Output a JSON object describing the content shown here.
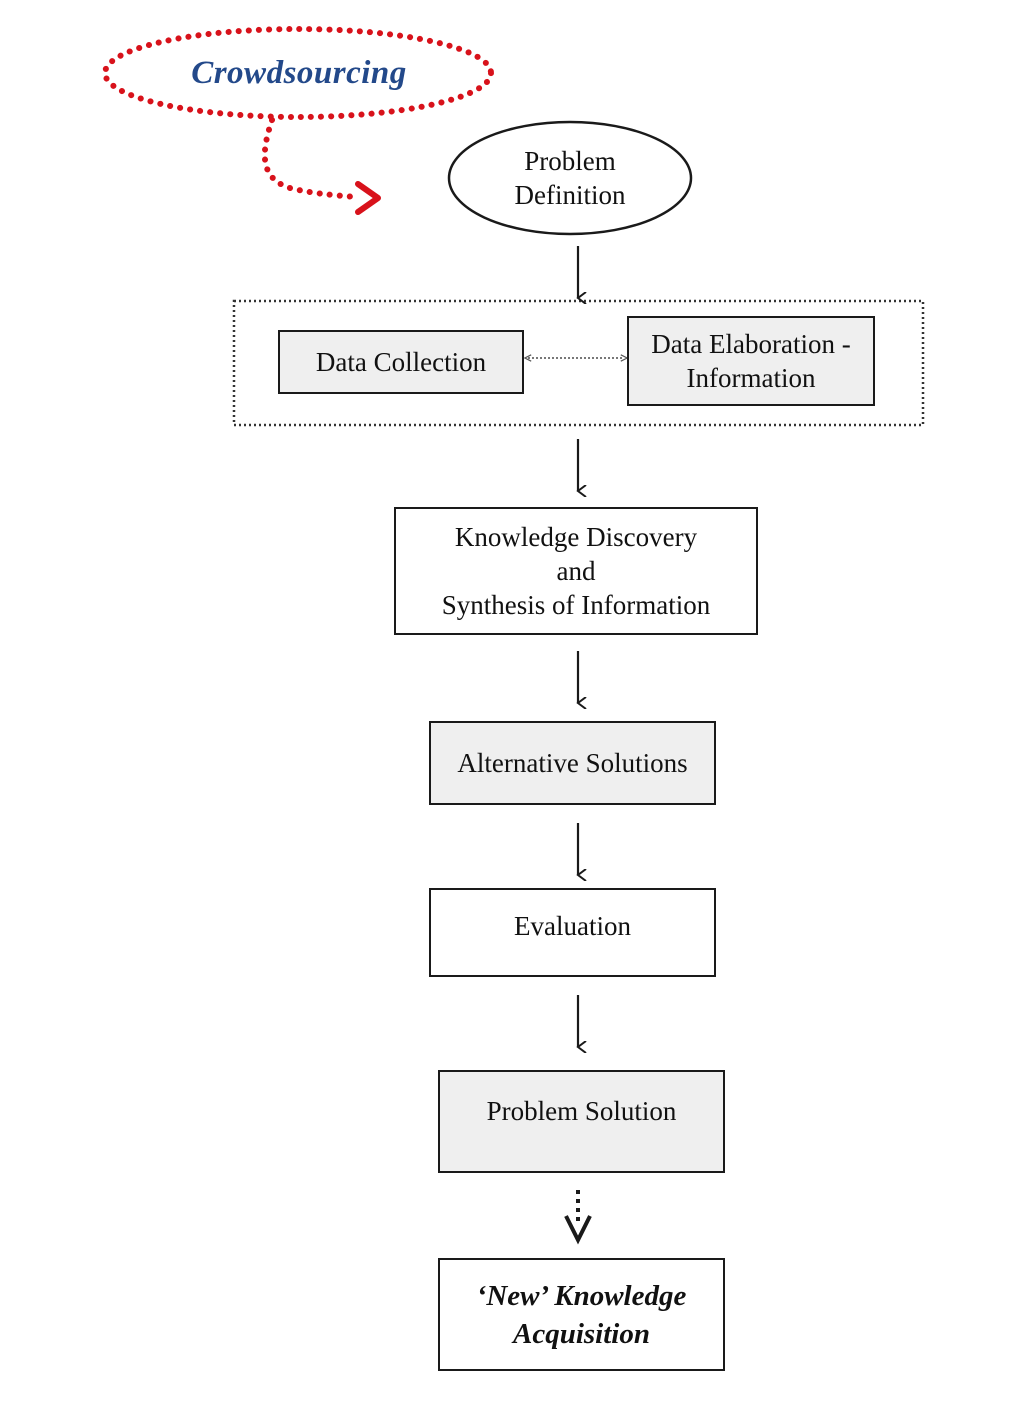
{
  "crowdsourcing": {
    "label": "Crowdsourcing"
  },
  "problem_definition": {
    "label": "Problem\nDefinition"
  },
  "data_collection": {
    "label": "Data Collection"
  },
  "data_elaboration": {
    "label": "Data Elaboration -\nInformation"
  },
  "knowledge_discovery": {
    "label": "Knowledge Discovery\nand\nSynthesis of Information"
  },
  "alternative_solutions": {
    "label": "Alternative Solutions"
  },
  "evaluation": {
    "label": "Evaluation"
  },
  "problem_solution": {
    "label": "Problem Solution"
  },
  "new_knowledge": {
    "label": "‘New’ Knowledge\nAcquisition"
  },
  "colors": {
    "crowdsourcing_text": "#23498a",
    "crowdsourcing_dots": "#d8121b",
    "grey_fill": "#efefef",
    "stroke": "#1a1a1a"
  }
}
